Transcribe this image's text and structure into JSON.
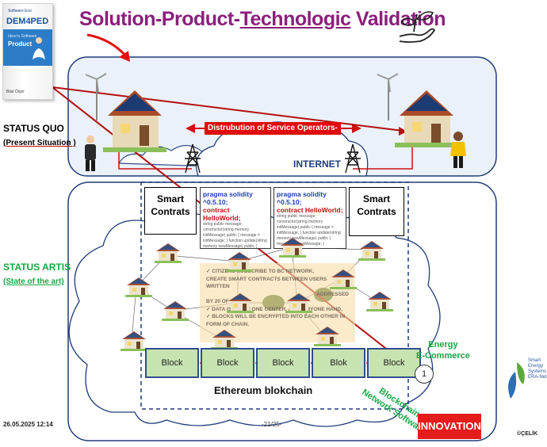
{
  "title": {
    "part1": "Solution-Product-",
    "part2": "Technologic",
    "part3": " Validation"
  },
  "book": {
    "brand": "Software Eco",
    "logo": "DEM4PED",
    "band_line1": "Idea to Software",
    "band_line2": "Product",
    "author": "Bilal Ölçer"
  },
  "status_quo": {
    "label": "STATUS QUO",
    "sub": "(Present Situation )"
  },
  "status_artis": {
    "label": "STATUS ARTIS",
    "sub": "(State of the art)"
  },
  "dso_banner": "Distrubution of Service Operators-DSO's",
  "internet_label": "INTERNET",
  "smart_contracts": {
    "label_left": "Smart Contrats",
    "label_right": "Smart Contrats",
    "code_a_line1": "pragma solidity ^0.5.10;",
    "code_a_line2": "contract HelloWorld;",
    "code_b_line1": "pragma solidity ^0.5.10;",
    "code_b_line2": "contract HelloWorld;",
    "code_small": "string public message; constructor(string memory initMessage) public { message = initMessage; } function update(string memory newMessage) public { message = newMessage; }"
  },
  "notes": {
    "line1": "✓ CITIZENS SUBSCRIBE TO BC NETWORK,",
    "line2": "CREATE SMART CONTRACTS BETWEEN USERS",
    "line3": "WRITTEN",
    "line4": "ADDRESSED",
    "line5": "BY 20 OF",
    "line6": "✓ DATA IS NOT IN ONE CENTER, AT EVERYONE HAND,",
    "line7": "✓ BLOCKS WILL BE ENCRYPTED INTO EACH OTHER IN",
    "line8": "FORM OF CHAIN."
  },
  "blocks": [
    "Block",
    "Block",
    "Block",
    "Blok",
    "Block"
  ],
  "blockchain_label": "Ethereum blokchain",
  "energy_label": {
    "line1": "Energy",
    "line2": "E-Commerce"
  },
  "bns_label": {
    "line1": "Blockchain",
    "line2": "Network Software"
  },
  "step_number": "1",
  "innovation_label": "INNOVATION",
  "date": "26.05.2025 12:14",
  "page_number": "-21/25-",
  "smart_logo_text": {
    "line1": "Smart",
    "line2": "Energy",
    "line3": "Systems",
    "line4": "ERA-Net"
  },
  "copyright": "©ÇELİK",
  "colors": {
    "title": "#8b1f7d",
    "accent_red": "#e10a0a",
    "green": "#17a843",
    "navy": "#1f3d7a",
    "block_fill": "#c7e3b2"
  },
  "icons": [
    "plant-hand-icon",
    "house-solar-icon",
    "wind-turbine-icon",
    "pylon-icon",
    "person-icon"
  ]
}
